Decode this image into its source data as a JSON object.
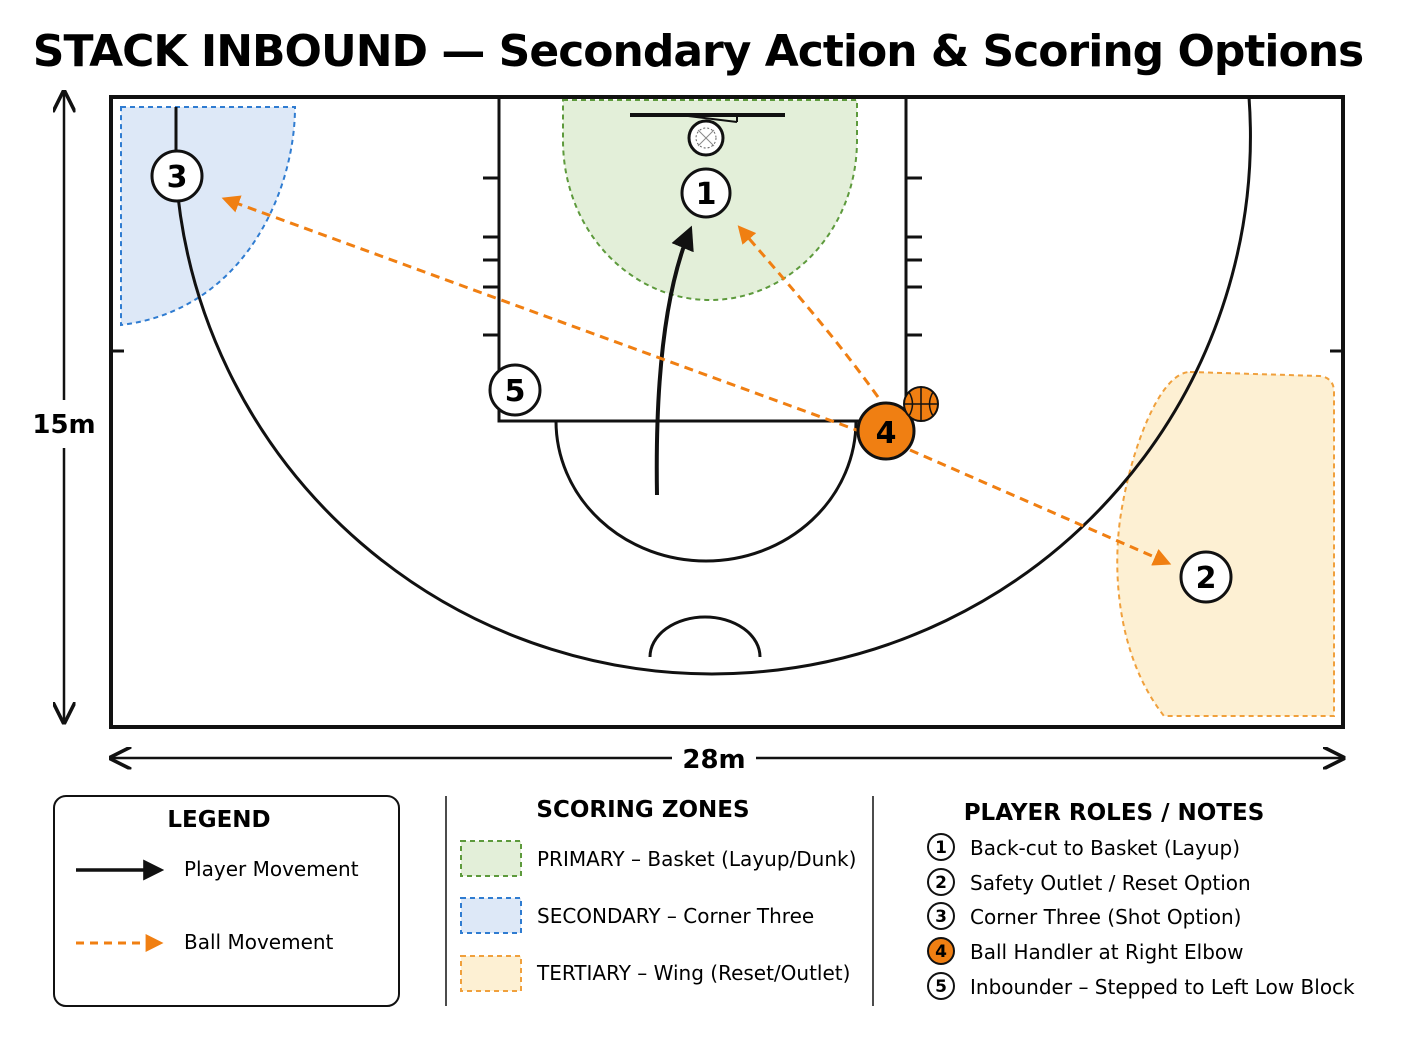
{
  "title": "STACK INBOUND — Secondary Action & Scoring Options",
  "dimensions": {
    "height_label": "15m",
    "width_label": "28m"
  },
  "players": {
    "p1": {
      "number": "1"
    },
    "p2": {
      "number": "2"
    },
    "p3": {
      "number": "3"
    },
    "p4": {
      "number": "4"
    },
    "p5": {
      "number": "5"
    }
  },
  "legend": {
    "title": "LEGEND",
    "player_movement": "Player Movement",
    "ball_movement": "Ball Movement"
  },
  "scoring_zones": {
    "title": "SCORING ZONES",
    "primary": "PRIMARY – Basket (Layup/Dunk)",
    "secondary": "SECONDARY – Corner Three",
    "tertiary": "TERTIARY – Wing (Reset/Outlet)"
  },
  "roles": {
    "title": "PLAYER ROLES / NOTES",
    "items": [
      {
        "number": "1",
        "text": "Back-cut to Basket (Layup)"
      },
      {
        "number": "2",
        "text": "Safety Outlet / Reset Option"
      },
      {
        "number": "3",
        "text": "Corner Three (Shot Option)"
      },
      {
        "number": "4",
        "text": "Ball Handler at Right Elbow"
      },
      {
        "number": "5",
        "text": "Inbounder – Stepped to Left Low Block"
      }
    ]
  },
  "colors": {
    "ball": "#f07f12",
    "primary_zone": "#e3efd9",
    "primary_border": "#5d9a3c",
    "secondary_zone": "#dde8f7",
    "secondary_border": "#2f7cd1",
    "tertiary_zone": "#fdf0d3",
    "tertiary_border": "#f0a03c"
  }
}
